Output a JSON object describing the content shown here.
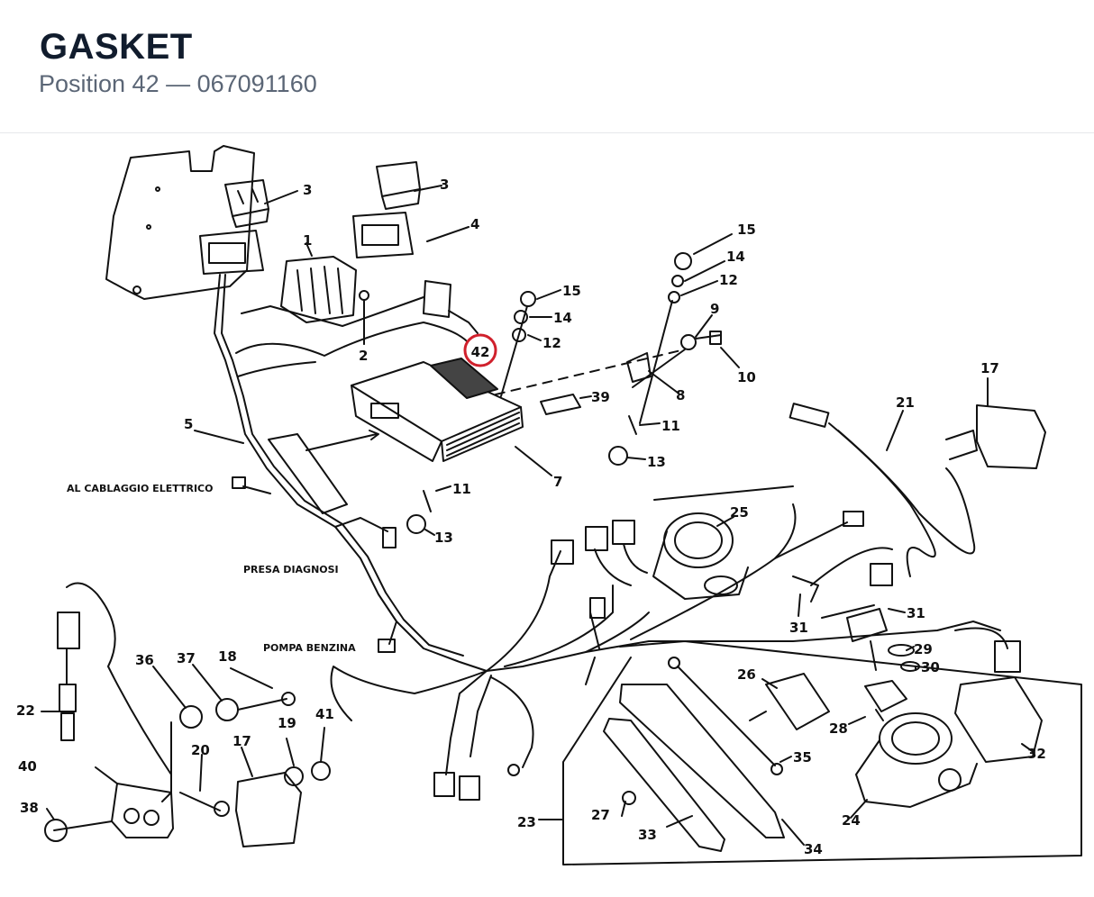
{
  "header": {
    "title": "GASKET",
    "subtitle": "Position 42 — 067091160"
  },
  "highlight": {
    "label": "42",
    "color": "#d0202c"
  },
  "diagram": {
    "texts": {
      "al_cablaggio": "AL CABLAGGIO ELETTRICO",
      "presa_diagnosi": "PRESA DIAGNOSI",
      "pompa_benzina": "POMPA BENZINA"
    },
    "labels": {
      "l1": "1",
      "l2": "2",
      "l3a": "3",
      "l3b": "3",
      "l4": "4",
      "l5": "5",
      "l7": "7",
      "l8": "8",
      "l9": "9",
      "l10": "10",
      "l11a": "11",
      "l11b": "11",
      "l12a": "12",
      "l12b": "12",
      "l13a": "13",
      "l13b": "13",
      "l14a": "14",
      "l14b": "14",
      "l15a": "15",
      "l15b": "15",
      "l17a": "17",
      "l17b": "17",
      "l18": "18",
      "l19": "19",
      "l20": "20",
      "l21": "21",
      "l22": "22",
      "l23": "23",
      "l24": "24",
      "l25": "25",
      "l26": "26",
      "l27": "27",
      "l28": "28",
      "l29": "29",
      "l30": "30",
      "l31a": "31",
      "l31b": "31",
      "l32": "32",
      "l33": "33",
      "l34": "34",
      "l35": "35",
      "l36": "36",
      "l37": "37",
      "l38": "38",
      "l39": "39",
      "l40": "40",
      "l41": "41"
    }
  }
}
